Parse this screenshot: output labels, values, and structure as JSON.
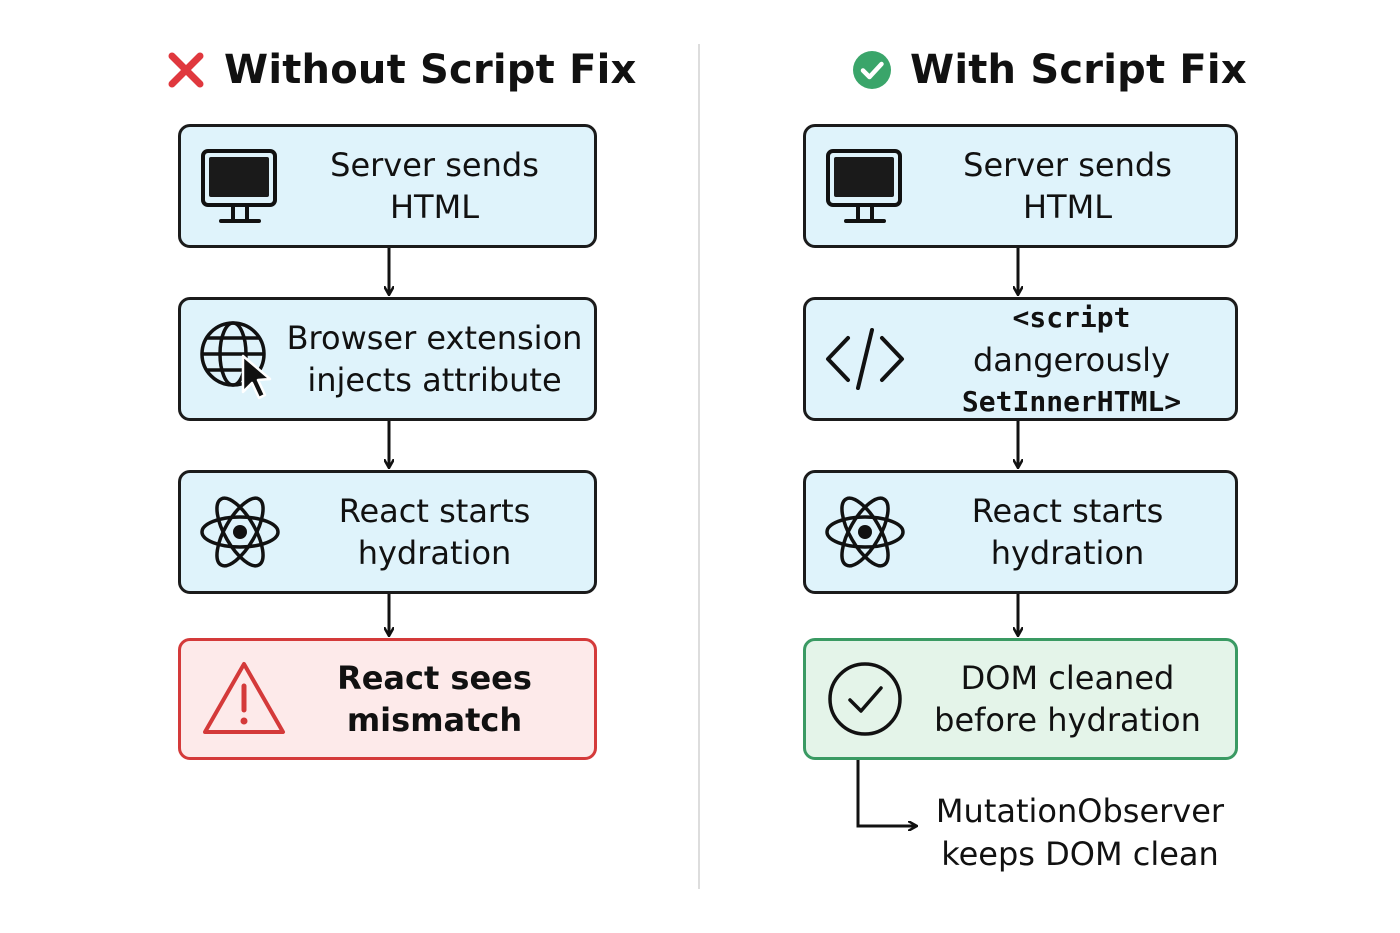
{
  "left": {
    "heading": "Without Script Fix",
    "heading_icon": "cross-icon",
    "steps": [
      {
        "icon": "monitor-icon",
        "line1": "Server sends",
        "line2": "HTML"
      },
      {
        "icon": "globe-cursor-icon",
        "line1": "Browser extension",
        "line2": "injects attribute"
      },
      {
        "icon": "react-atom-icon",
        "line1": "React starts",
        "line2": "hydration"
      },
      {
        "icon": "warning-icon",
        "line1": "React sees",
        "line2": "mismatch"
      }
    ]
  },
  "right": {
    "heading": "With Script Fix",
    "heading_icon": "check-circle-icon",
    "steps": [
      {
        "icon": "monitor-icon",
        "line1": "Server sends",
        "line2": "HTML"
      },
      {
        "icon": "code-icon",
        "line1_tag": "<script",
        "line1_rest": " dangerously",
        "line2": "SetInnerHTML>"
      },
      {
        "icon": "react-atom-icon",
        "line1": "React starts",
        "line2": "hydration"
      },
      {
        "icon": "check-circle-outline-icon",
        "line1": "DOM cleaned",
        "line2": "before hydration"
      }
    ],
    "note": {
      "line1": "MutationObserver",
      "line2": "keeps DOM clean"
    }
  },
  "colors": {
    "box_fill": "#dff3fb",
    "danger_fill": "#fdeaea",
    "danger_border": "#d43a3a",
    "ok_fill": "#e4f4e9",
    "ok_border": "#3a9a63",
    "cross": "#e0383e",
    "check": "#3aa56a"
  }
}
